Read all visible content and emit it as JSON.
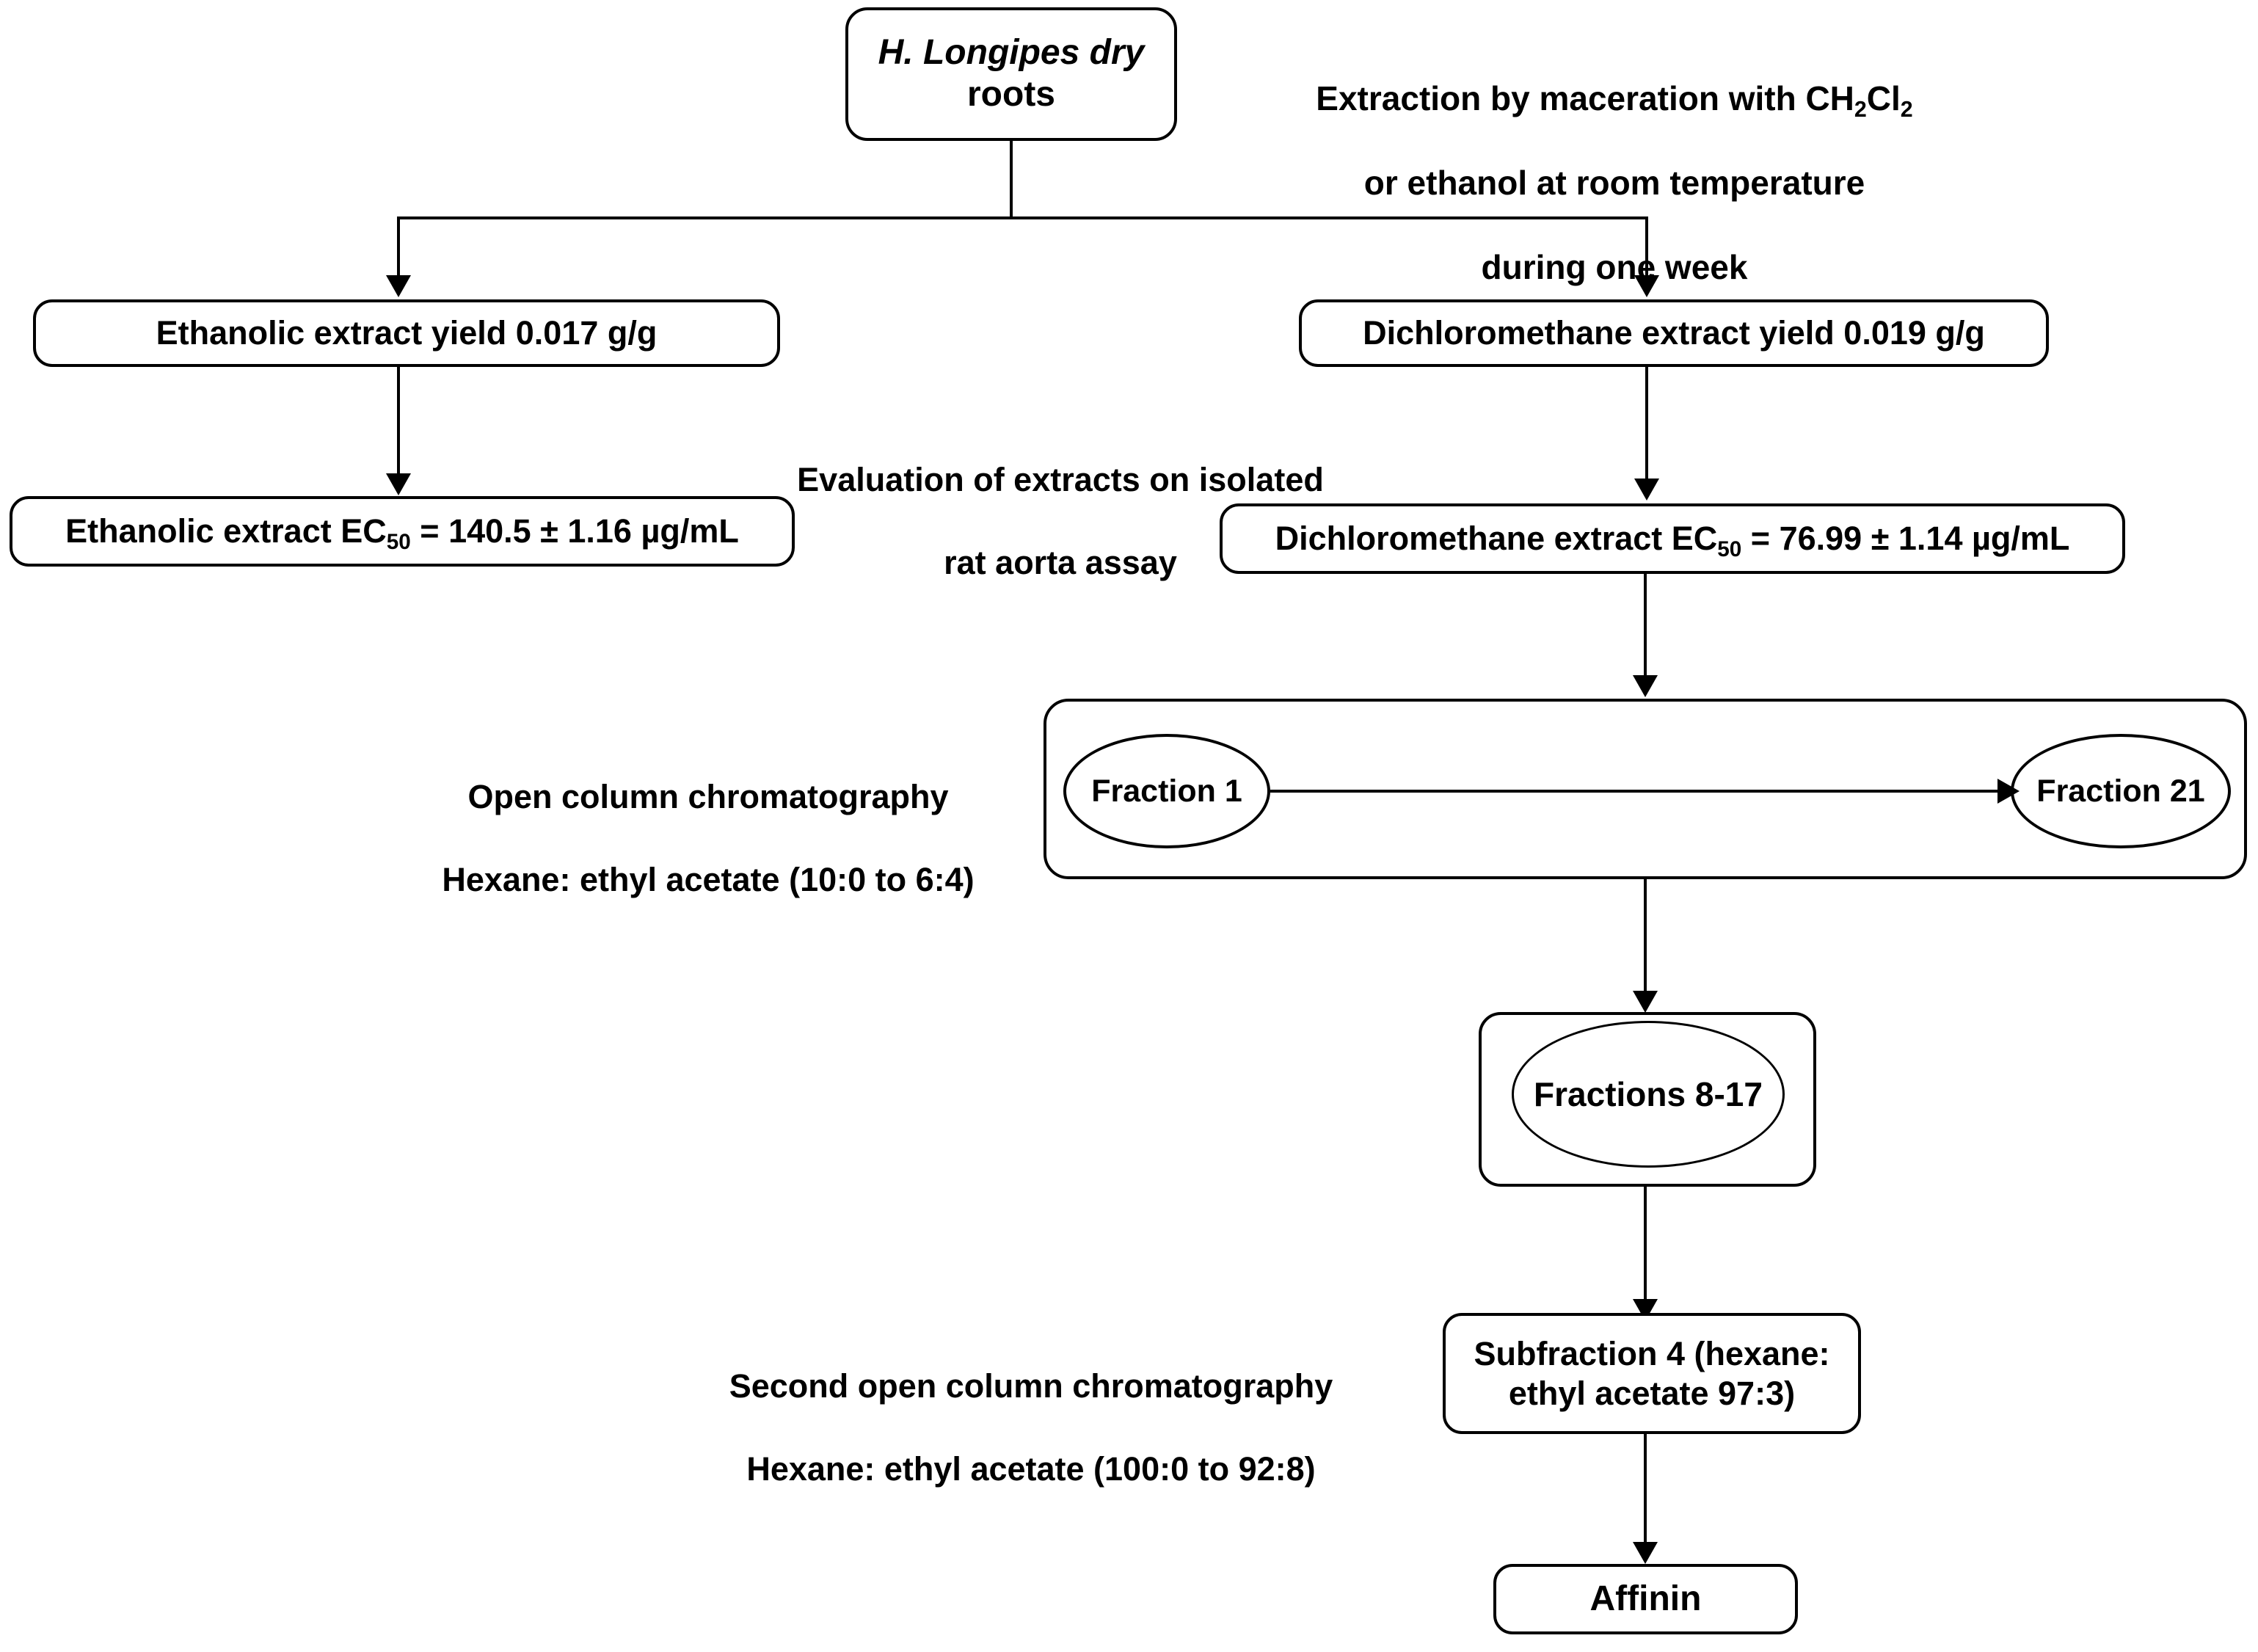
{
  "diagram": {
    "title": "Isolation workflow of Affinin from H. Longipes dry roots",
    "stroke_color": "#000000",
    "background_color": "#ffffff"
  },
  "nodes": {
    "roots": {
      "line1": "H. Longipes dry",
      "line2": "roots"
    },
    "ethanolic_extract": {
      "label": "Ethanolic extract  yield 0.017 g/g",
      "yield": "0.017 g/g"
    },
    "dichloromethane_extract": {
      "label": "Dichloromethane extract  yield 0.019 g/g",
      "yield": "0.019 g/g"
    },
    "ethanolic_ec50": {
      "prefix": "Ethanolic extract EC",
      "sub": "50",
      "suffix": " = 140.5 ± 1.16 µg/mL",
      "value": "140.5 ± 1.16 µg/mL"
    },
    "dichloromethane_ec50": {
      "prefix": "Dichloromethane extract EC",
      "sub": "50",
      "suffix": " = 76.99 ± 1.14 µg/mL",
      "value": "76.99 ± 1.14 µg/mL"
    },
    "fraction_first": {
      "label": "Fraction 1"
    },
    "fraction_last": {
      "label": "Fraction 21"
    },
    "fractions_pooled": {
      "label": "Fractions 8-17"
    },
    "subfraction": {
      "line1": "Subfraction 4 (hexane:",
      "line2": "ethyl acetate 97:3)"
    },
    "affinin": {
      "label": "Affinin"
    }
  },
  "annotations": {
    "extraction": {
      "line1_a": "Extraction by maceration with CH",
      "line1_sub1": "2",
      "line1_b": "Cl",
      "line1_sub2": "2",
      "line2": "or ethanol at room temperature",
      "line3": "during one week"
    },
    "evaluation": {
      "line1": "Evaluation of extracts on isolated",
      "line2": "rat aorta assay"
    },
    "first_column": {
      "line1": "Open column chromatography",
      "line2": "Hexane: ethyl acetate (10:0 to 6:4)"
    },
    "second_column": {
      "line1": "Second open column chromatography",
      "line2": "Hexane: ethyl acetate (100:0 to 92:8)"
    }
  }
}
